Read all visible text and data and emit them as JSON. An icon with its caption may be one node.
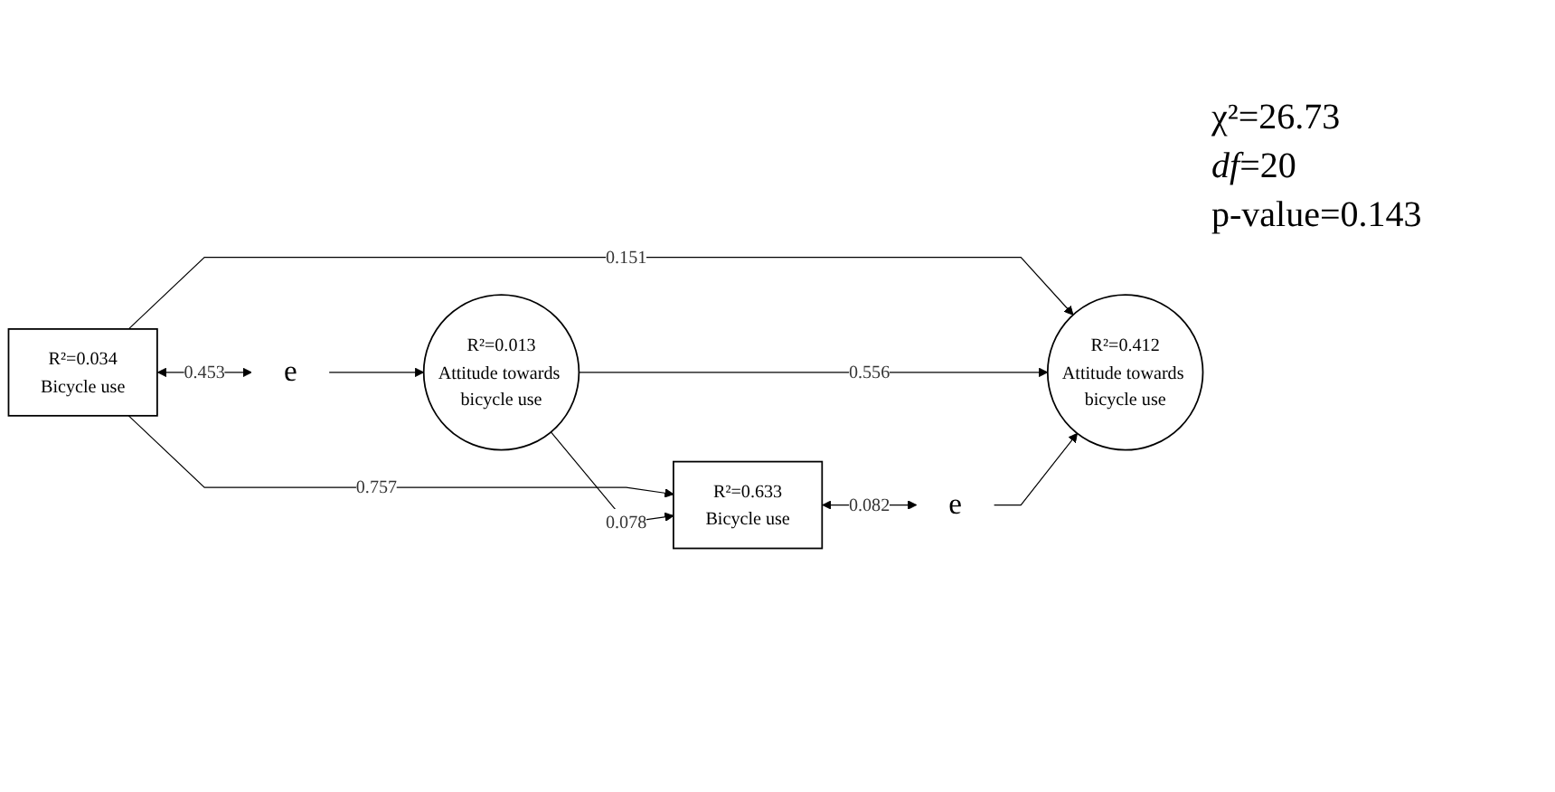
{
  "diagram": {
    "nodes": [
      {
        "text": [
          "R²=0.034",
          "Bicycle use"
        ]
      },
      {
        "text": [
          "R²=0.633",
          "Bicycle use"
        ]
      },
      {
        "text": [
          "R²=0.013",
          "Attitude towards bicycle use"
        ]
      },
      {
        "text": [
          "R²=0.412",
          "Attitude towards bicycle use"
        ]
      },
      {
        "text": [
          "e"
        ]
      },
      {
        "text": [
          "e"
        ]
      }
    ],
    "edges": [
      {
        "from": 0,
        "to": 1,
        "arrow": "to",
        "label": "0.757"
      },
      {
        "from": 0,
        "to": 3,
        "arrow": "to",
        "label": "0.151"
      },
      {
        "from": 2,
        "to": 1,
        "arrow": "to",
        "label": "0.078"
      },
      {
        "from": 2,
        "to": 3,
        "arrow": "to",
        "label": "0.556"
      },
      {
        "from": 0,
        "to": 4,
        "arrow": "both",
        "label": "0.453"
      },
      {
        "from": 1,
        "to": 5,
        "arrow": "both",
        "label": "0.082"
      },
      {
        "from": 4,
        "to": 2,
        "arrow": "to"
      },
      {
        "from": 5,
        "to": 3,
        "arrow": "to"
      }
    ],
    "labels": [
      "χ²=26.73",
      "*df*=20",
      "p-value=0.143"
    ]
  }
}
